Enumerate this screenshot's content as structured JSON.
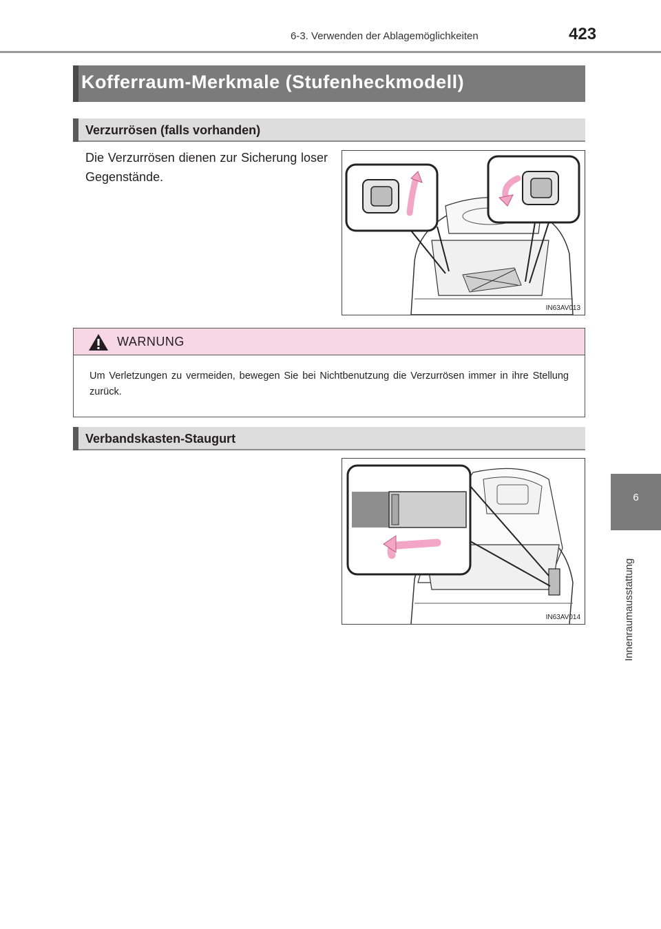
{
  "header": {
    "section": "6-3. Verwenden der Ablagemöglichkeiten",
    "page_number": "423"
  },
  "side_tab": {
    "chapter_number": "6",
    "chapter_label": "Innenraumausstattung"
  },
  "title": "Kofferraum-Merkmale (Stufenheckmodell)",
  "sections": [
    {
      "heading": "Verzurrösen (falls vorhanden)",
      "body": "Die Verzurrösen dienen zur Siche­rung loser Gegenstände.",
      "figure_code": "IN63AV013"
    },
    {
      "heading": "Verbandskasten-Staugurt",
      "figure_code": "IN63AV014"
    }
  ],
  "warning": {
    "title": "WARNUNG",
    "text": "Um Verletzungen zu vermeiden, bewegen Sie bei Nichtbenutzung die Verzurrösen immer in ihre Stellung zurück."
  },
  "colors": {
    "title_bar": "#7b7b7b",
    "subhead_bg": "#dcdcdc",
    "warning_bg": "#f8d7e5",
    "arrow_pink": "#f0a6c4",
    "side_tab": "#7a7a7a"
  }
}
